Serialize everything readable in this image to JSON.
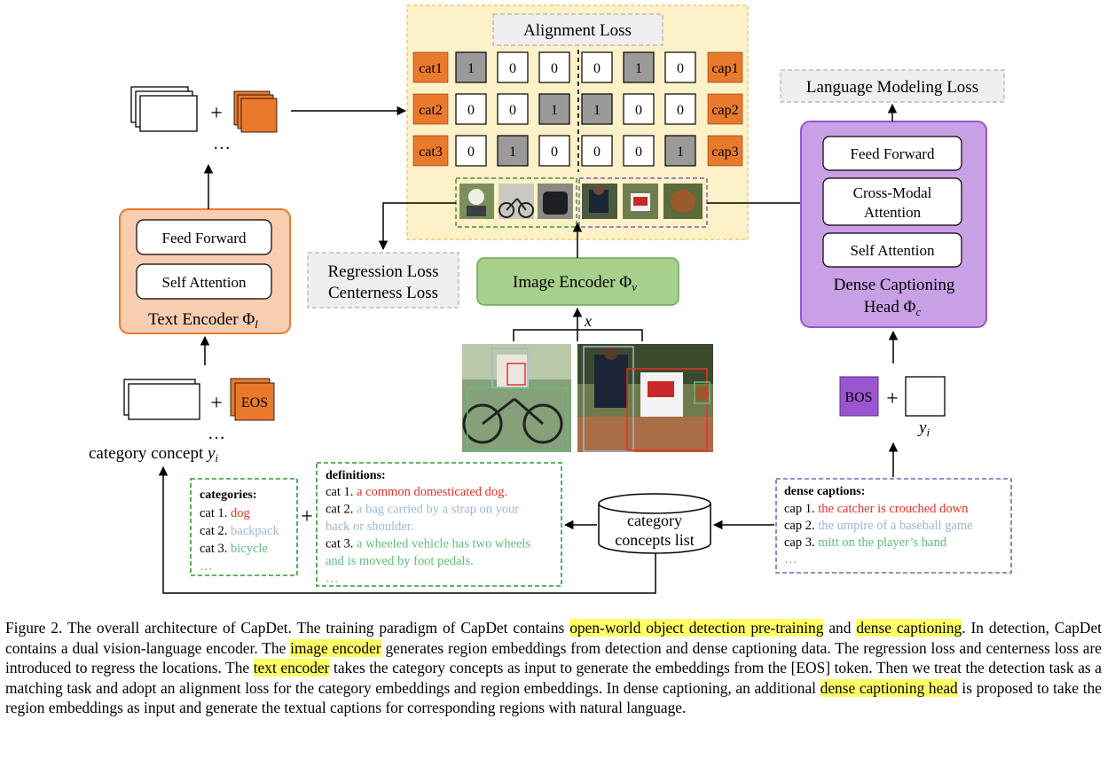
{
  "alignment_loss": "Alignment Loss",
  "language_modeling_loss": "Language Modeling Loss",
  "regression_loss": "Regression Loss",
  "centerness_loss": "Centerness Loss",
  "image_encoder": "Image Encoder Φ",
  "image_encoder_sub": "v",
  "x_label": "x",
  "text_encoder": {
    "feed_forward": "Feed Forward",
    "self_attention": "Self Attention",
    "title": "Text Encoder Φ",
    "title_sub": "l"
  },
  "dense_head": {
    "feed_forward": "Feed Forward",
    "cross_modal_1": "Cross-Modal",
    "cross_modal_2": "Attention",
    "self_attention": "Self Attention",
    "title_1": "Dense Captioning",
    "title_2": "Head Φ",
    "title_sub": "c"
  },
  "ellipsis": "…",
  "plus": "+",
  "eos": "EOS",
  "bos": "BOS",
  "y_i": "y",
  "y_i_sub": "i",
  "category_concept": "category concept ",
  "matrix": {
    "rows": [
      "cat1",
      "cat2",
      "cat3"
    ],
    "caps": [
      "cap1",
      "cap2",
      "cap3"
    ],
    "values": [
      [
        "1",
        "0",
        "0",
        "0",
        "1",
        "0"
      ],
      [
        "0",
        "0",
        "1",
        "1",
        "0",
        "0"
      ],
      [
        "0",
        "1",
        "0",
        "0",
        "0",
        "1"
      ]
    ],
    "highlight": [
      [
        true,
        false,
        false,
        false,
        true,
        false
      ],
      [
        false,
        false,
        true,
        true,
        false,
        false
      ],
      [
        false,
        true,
        false,
        false,
        false,
        true
      ]
    ]
  },
  "categories": {
    "title": "categories:",
    "items": [
      {
        "prefix": "cat 1. ",
        "text": "dog",
        "color": "#e8302a"
      },
      {
        "prefix": "cat 2. ",
        "text": "backpack",
        "color": "#9db7d6"
      },
      {
        "prefix": "cat 3. ",
        "text": "bicycle",
        "color": "#5fbf7a"
      }
    ],
    "more": "…"
  },
  "definitions": {
    "title": "definitions:",
    "lines": [
      {
        "prefix": "cat 1. ",
        "text": "a common domesticated dog.",
        "color": "#e8302a"
      },
      {
        "prefix": "cat 2. ",
        "text": "a bag carried by a strap on your",
        "color": "#9db7d6"
      },
      {
        "prefix": "",
        "text": "back or shoulder.",
        "color": "#9db7d6"
      },
      {
        "prefix": "cat 3. ",
        "text": "a wheeled vehicle has two wheels",
        "color": "#5fbf7a"
      },
      {
        "prefix": "",
        "text": "and is moved by foot pedals.",
        "color": "#5fbf7a"
      }
    ],
    "more": "…"
  },
  "concepts_list_1": "category",
  "concepts_list_2": "concepts list",
  "dense_captions": {
    "title": "dense captions:",
    "items": [
      {
        "prefix": "cap 1. ",
        "text": "the catcher is crouched down",
        "color": "#e8302a"
      },
      {
        "prefix": "cap 2. ",
        "text": "the umpire of a baseball game",
        "color": "#9db7d6"
      },
      {
        "prefix": "cap 3. ",
        "text": "mitt on the player’s hand",
        "color": "#5fbf7a"
      }
    ],
    "more": "…"
  },
  "colors": {
    "orange": "#e97a2c",
    "orange_light": "#f8cdb0",
    "purple": "#c9a0e6",
    "purple_dark": "#9a55cf",
    "green": "#a8d08d",
    "green_dark": "#6aa84f",
    "yellow_bg": "#fdf1c8",
    "gray_cell": "#9a9a9a",
    "dash_green": "#4a8f3a",
    "dash_purple": "#8e5bb5"
  },
  "caption": {
    "p1": "Figure 2.  The overall architecture of CapDet.  The training paradigm of CapDet contains ",
    "h1": "open-world object detection pre-training",
    "p2": " and ",
    "h2": "dense captioning",
    "p3": ".  In detection, CapDet contains a dual vision-language encoder.  The ",
    "h3": "image encoder",
    "p4": " generates region embeddings from detection and dense captioning data. The regression loss and centerness loss are introduced to regress the locations. The ",
    "h4": "text encoder",
    "p5": " takes the category concepts as input to generate the embeddings from the [EOS] token.  Then we treat the detection task as a matching task and adopt an alignment loss for the category embeddings and region embeddings.  In dense captioning, an additional ",
    "h5": "dense captioning head",
    "p6": " is proposed to take the region embeddings as input and generate the textual captions for corresponding regions with natural language."
  }
}
